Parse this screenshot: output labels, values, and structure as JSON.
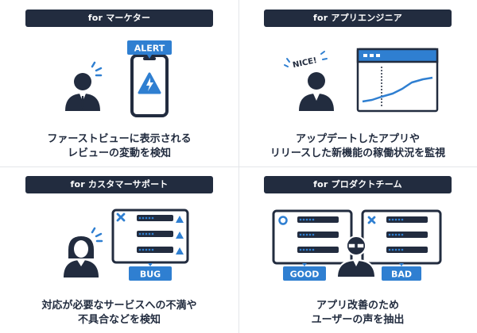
{
  "colors": {
    "navy": "#222c3f",
    "blue": "#2f7fd1",
    "divider": "#e3e6ea"
  },
  "cells": [
    {
      "pill": "for マーケター",
      "badge": "ALERT",
      "caption": [
        "ファーストビューに表示される",
        "レビューの変動を検知"
      ]
    },
    {
      "pill": "for アプリエンジニア",
      "badge": "NICE!",
      "caption": [
        "アップデートしたアプリや",
        "リリースした新機能の稼働状況を監視"
      ]
    },
    {
      "pill": "for カスタマーサポート",
      "badge": "BUG",
      "caption": [
        "対応が必要なサービスへの不満や",
        "不具合などを検知"
      ]
    },
    {
      "pill": "for プロダクトチーム",
      "badge_good": "GOOD",
      "badge_bad": "BAD",
      "caption": [
        "アプリ改善のため",
        "ユーザーの声を抽出"
      ]
    }
  ]
}
